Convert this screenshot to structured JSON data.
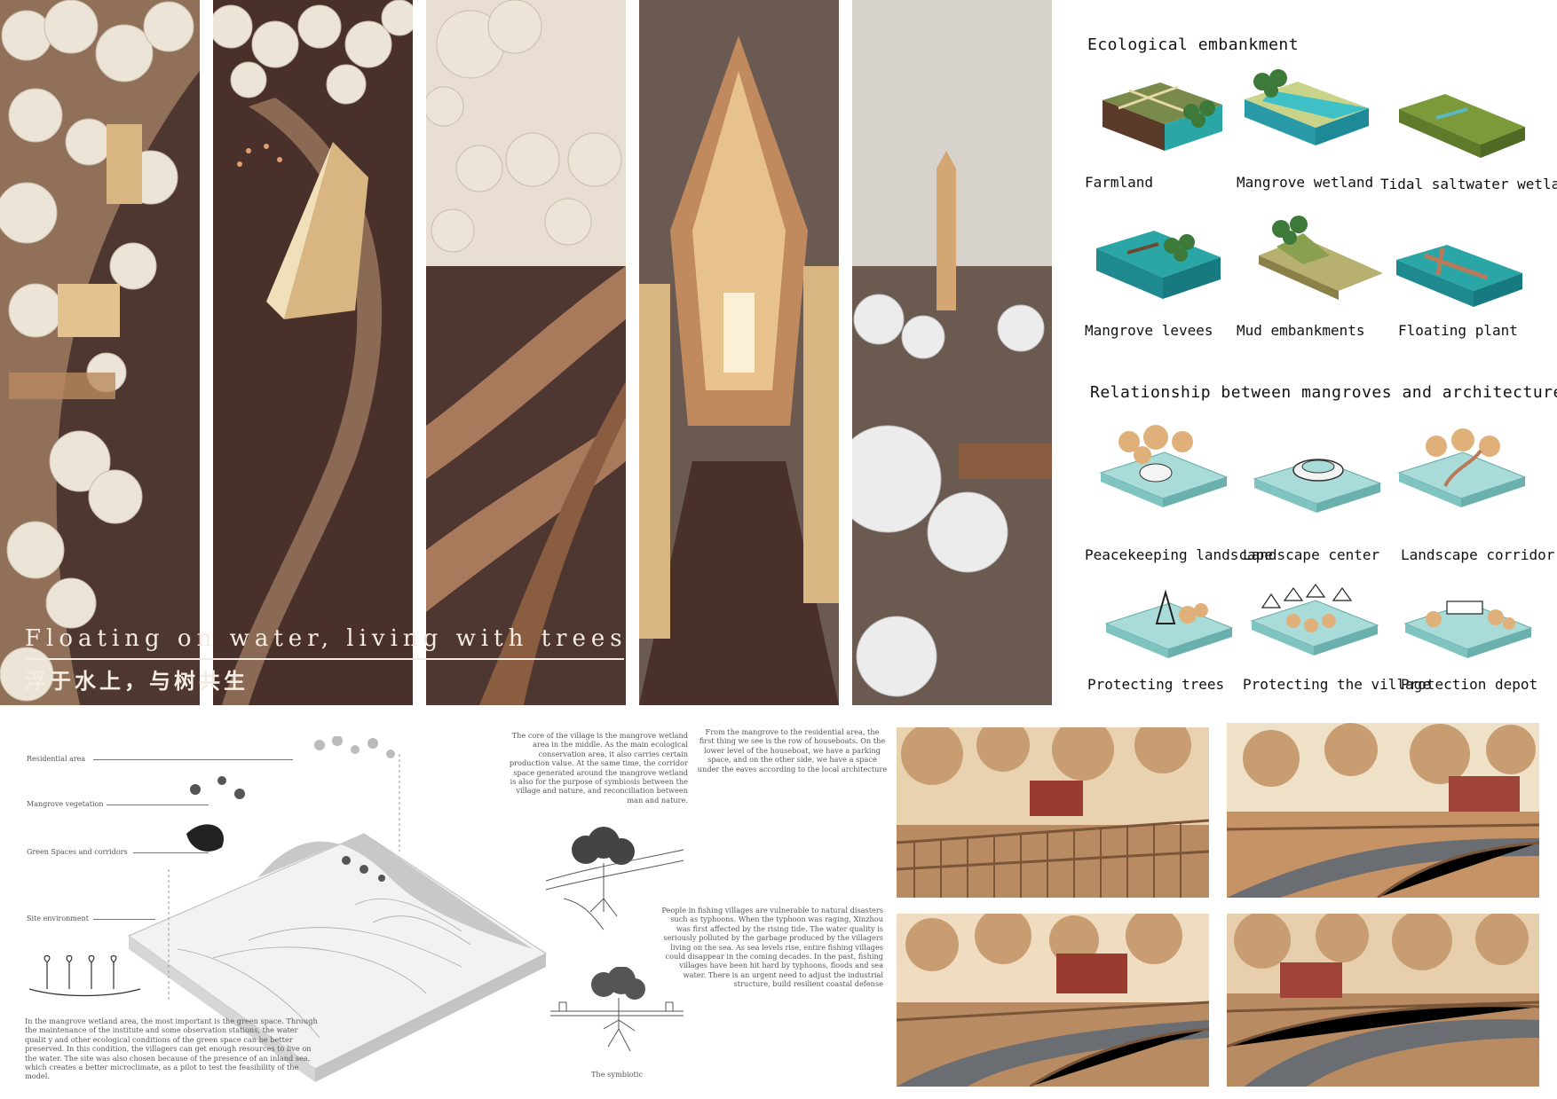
{
  "hero": {
    "title": "Floating on water, living with trees",
    "subtitle": "浮于水上，与树共生"
  },
  "ecological": {
    "title": "Ecological embankment",
    "items": [
      "Farmland",
      "Mangrove wetland",
      "Tidal saltwater wetlands",
      "Mangrove levees",
      "Mud embankments",
      "Floating plant"
    ]
  },
  "relationship": {
    "title": "Relationship between mangroves and architecture",
    "items": [
      "Peacekeeping landscape",
      "Landscape center",
      "Landscape corridor",
      "Protecting trees",
      "Protecting the village",
      "Protection depot"
    ]
  },
  "site": {
    "labels": [
      "Residential area",
      "Mangrove vegetation",
      "Green Spaces and corridors",
      "Site environment"
    ],
    "paragraph": "In the mangrove wetland area, the most important is the green space. Through the maintenance of the institute and some observation stations, the water qualit y and other ecological conditions of the green space can be better preserved. In this condition, the villagers can get enough resources to live on the water. The site was also chosen because of the presence of an inland sea, which creates a better microclimate, as a pilot to test the feasibility of the model."
  },
  "texts": {
    "core": "The core of the village is the mangrove wetland area in the middle. As the main ecological conservation area, it also carries certain production value. At the same time, the corridor space generated around the mangrove wetland is also for the purpose of symbiosis between the village and nature, and reconciliation between man and nature.",
    "mangrove": "From the mangrove to the residential area, the first thing we see is the row of houseboats. On the lower level of the houseboat, we have a parking space, and on the other side, we have a space under the eaves according to the local architecture",
    "fishing": "People in fishing villages are vulnerable to natural disasters such as typhoons. When the typhoon was raging, Xinzhou was first affected by the rising tide. The water quality is seriously polluted by the garbage produced by the villagers living on the sea. As sea levels rise, entire fishing villages could disappear in the coming decades. In the past, fishing villages have been hit hard by typhoons, floods and sea water. There is an urgent need to adjust the industrial structure, build resilient coastal defense",
    "symbiotic": "The symbiotic"
  },
  "colors": {
    "water_dark": "#4a3530",
    "wood": "#c9a07a",
    "tree": "#ede5d8",
    "teal": "#3fb6b5",
    "pale_teal": "#a9dcd8"
  }
}
